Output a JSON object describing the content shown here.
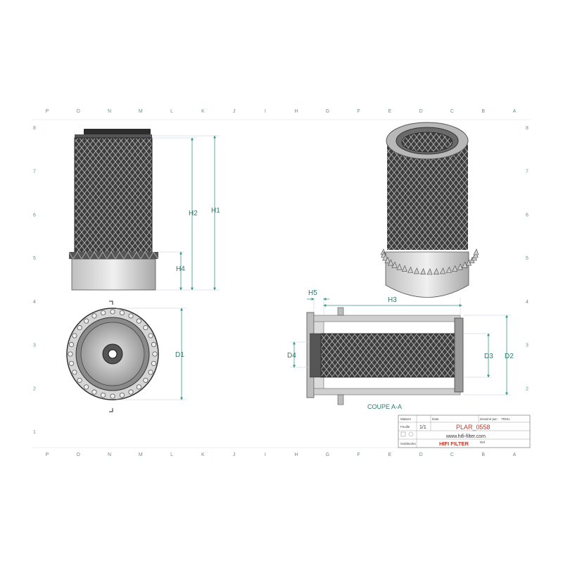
{
  "grid": {
    "columns": [
      "P",
      "O",
      "N",
      "M",
      "L",
      "K",
      "J",
      "I",
      "H",
      "G",
      "F",
      "E",
      "D",
      "C",
      "B",
      "A"
    ],
    "rows": [
      "8",
      "7",
      "6",
      "5",
      "4",
      "3",
      "2",
      "1"
    ]
  },
  "dimensions": {
    "h1": "H1",
    "h2": "H2",
    "h3": "H3",
    "h4": "H4",
    "h5": "H5",
    "d1": "D1",
    "d2": "D2",
    "d3": "D3",
    "d4": "D4"
  },
  "section_label": "COUPE A-A",
  "title_block": {
    "matiere_label": "Matiere",
    "date_label": "Date",
    "dessine_par_label": "Dessiné par :",
    "dessine_par_value": "TRHU",
    "feuille_label": "Feuille",
    "feuille_value": "1/1",
    "part_number": "PLAR_0558",
    "website": "www.hifi-filter.com",
    "soldworks_label": "Solidworks",
    "ref_label": "Ref",
    "brand": "HIFI FILTER"
  },
  "colors": {
    "dimension": "#3a9a86",
    "brand_red": "#c0392b",
    "body_dark": "#3b3b3b",
    "body_light": "#d9d9d9"
  }
}
